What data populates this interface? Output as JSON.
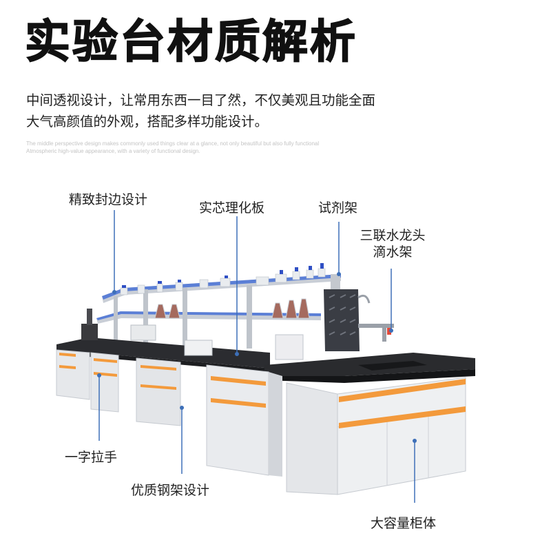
{
  "title": "实验台材质解析",
  "intro": {
    "line1": "中间透视设计，让常用东西一目了然，不仅美观且功能全面",
    "line2": "大气高颜值的外观，搭配多样功能设计。",
    "english1": "The middle perspective design makes commonly used things clear at a glance, not only beautiful but also fully functional",
    "english2": "Atmospheric high-value appearance, with a variety of functional design."
  },
  "callouts": {
    "edge_banding": "精致封边设计",
    "solid_core_board": "实芯理化板",
    "reagent_rack": "试剂架",
    "faucet_line1": "三联水龙头",
    "faucet_line2": "滴水架",
    "handle": "一字拉手",
    "steel_frame": "优质钢架设计",
    "cabinet": "大容量柜体"
  },
  "colors": {
    "accent_line": "#3d6fb8",
    "handle_orange": "#f39a3c",
    "cabinet_body": "#e9ebee",
    "countertop": "#2a2b2e"
  }
}
